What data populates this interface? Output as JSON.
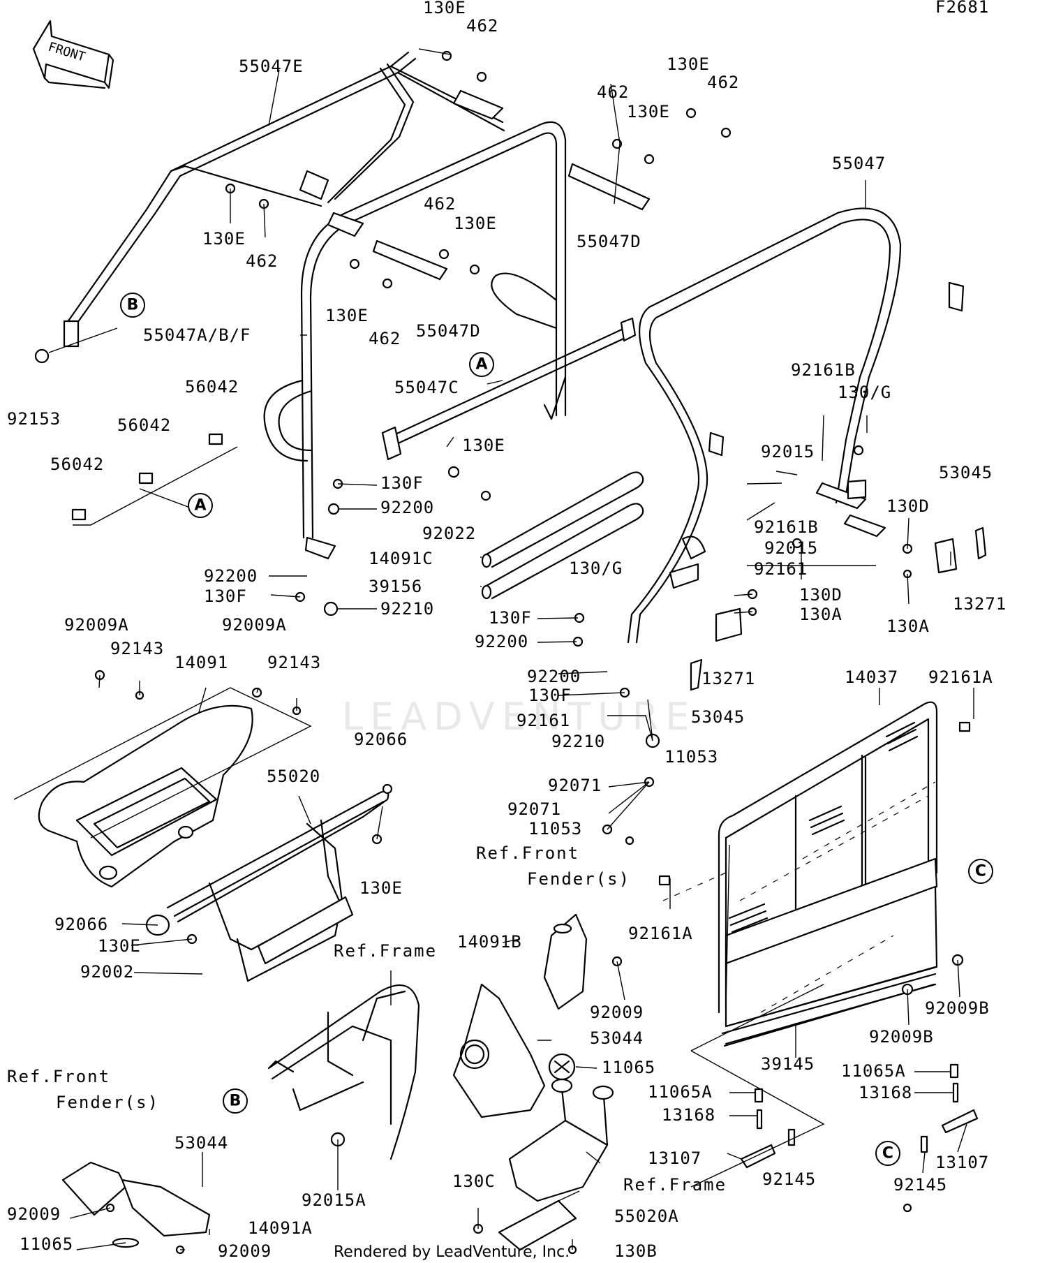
{
  "diagram_code": "F2681",
  "front_arrow_label": "FRONT",
  "watermark": "LEADVENTURE",
  "credit": "Rendered by LeadVenture, Inc.",
  "callouts": [
    {
      "letter": "B"
    },
    {
      "letter": "A"
    },
    {
      "letter": "A"
    },
    {
      "letter": "C"
    },
    {
      "letter": "B"
    },
    {
      "letter": "C"
    }
  ],
  "labels": [
    "130E",
    "462",
    "55047E",
    "130E",
    "462",
    "462",
    "130E",
    "55047",
    "130E",
    "462",
    "55047D",
    "462",
    "130E",
    "130E",
    "462",
    "55047D",
    "55047A/B/F",
    "92153",
    "56042",
    "56042",
    "56042",
    "55047C",
    "130E",
    "130F",
    "92200",
    "92022",
    "14091C",
    "39156",
    "92200",
    "130F",
    "92210",
    "92161B",
    "130/G",
    "92015",
    "53045",
    "92161B",
    "92015",
    "130D",
    "92161",
    "130/G",
    "130F",
    "92200",
    "130D",
    "130A",
    "13271",
    "130A",
    "92200",
    "130F",
    "92161",
    "13271",
    "53045",
    "92210",
    "92009A",
    "92143",
    "14091",
    "92009A",
    "92143",
    "92066",
    "55020",
    "130E",
    "92066",
    "130E",
    "92002",
    "14037",
    "92161A",
    "11053",
    "92071",
    "92071",
    "11053",
    "92161A",
    "92009B",
    "92009B",
    "39145",
    "14091B",
    "92009",
    "53044",
    "11065",
    "11065A",
    "13168",
    "13107",
    "92145",
    "11065A",
    "13168",
    "13107",
    "92145",
    "53044",
    "92015A",
    "92009",
    "14091A",
    "11065",
    "92009",
    "130C",
    "55020A",
    "130B"
  ],
  "ref_notes": [
    "Ref.Front",
    "Fender(s)",
    "Ref.Frame",
    "Ref.Front",
    "Fender(s)",
    "Ref.Frame"
  ]
}
